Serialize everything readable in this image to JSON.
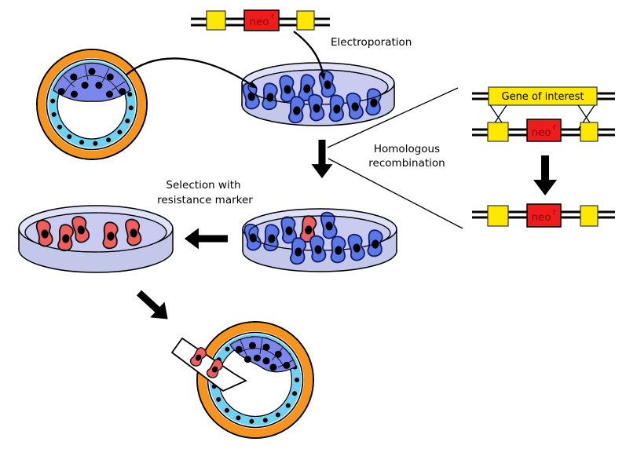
{
  "labels": {
    "electroporation": "Electroporation",
    "homologous_line1": "Homologous",
    "homologous_line2": "recombination",
    "selection_line1": "Selection with",
    "selection_line2": "resistance marker",
    "gene_of_interest": "Gene of interest",
    "neo": "neo",
    "neo_sup": "r"
  },
  "colors": {
    "marker_yellow": "#ffe800",
    "neo_red": "#ee1c1c",
    "neo_text": "#8b0000",
    "cell_blue": "#5b78e4",
    "cell_blue_outline": "#101a6e",
    "cell_red": "#f15e5e",
    "dish_top": "#dfe1f6",
    "dish_side": "#c3c7ea",
    "dish_liquid": "#c9ccf0",
    "blastocyst_orange": "#f7941d",
    "trophoblast_blue": "#6fd1f2",
    "inner_cell_mass_blue": "#7b87ea"
  }
}
